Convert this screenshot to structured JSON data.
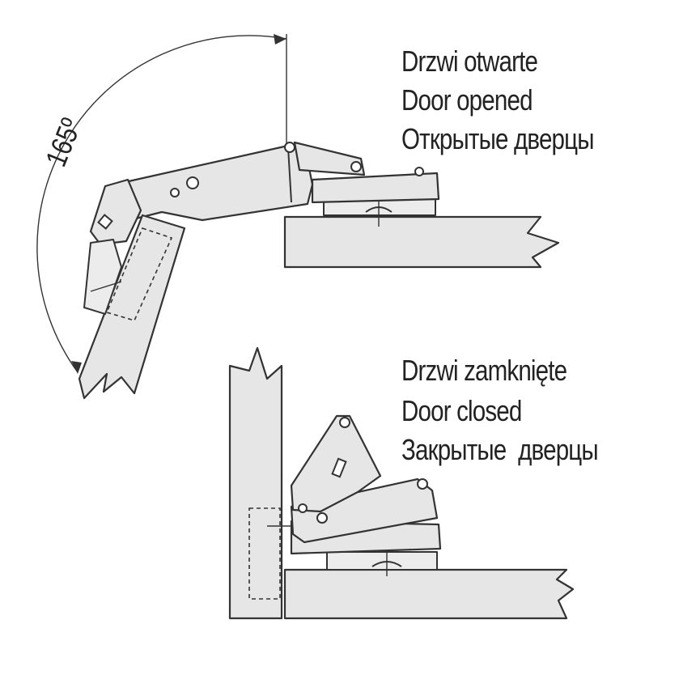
{
  "open_state": {
    "lines": [
      "Drzwi otwarte",
      "Door opened",
      "Открытые дверцы"
    ]
  },
  "closed_state": {
    "lines": [
      "Drzwi zamknięte",
      "Door closed",
      "Закрытые  дверцы"
    ]
  },
  "opening_angle": "165º",
  "colors": {
    "line": "#333333",
    "fill": "#e6e6e6",
    "background": "#ffffff"
  }
}
